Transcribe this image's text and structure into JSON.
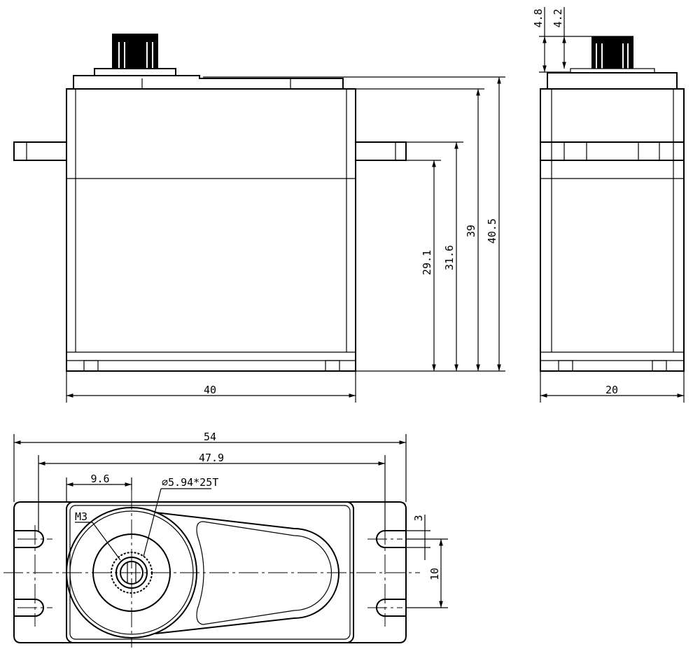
{
  "drawing": {
    "front_view": {
      "width_dim": "40",
      "heights": [
        "29.1",
        "31.6",
        "39",
        "40.5"
      ]
    },
    "side_view": {
      "width_dim": "20",
      "spline_dims": [
        "4.8",
        "4.2"
      ]
    },
    "bottom_view": {
      "overall_length": "54",
      "hole_spacing": "47.9",
      "shaft_offset": "9.6",
      "spline_spec": "⌀5.94*25T",
      "screw_label": "M3",
      "slot_width": "3",
      "hole_pitch": "10"
    }
  }
}
